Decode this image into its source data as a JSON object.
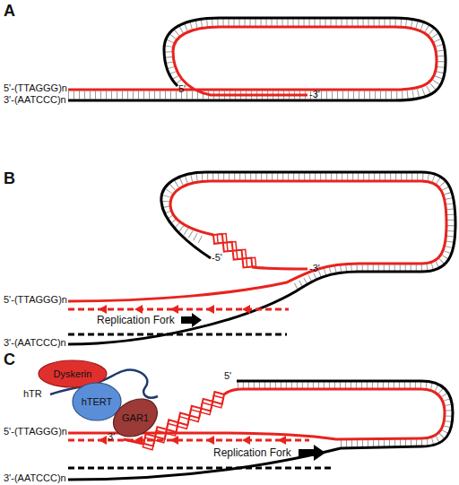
{
  "diagram": {
    "nodes": [
      {
        "text": [
          "Dyskerin"
        ]
      },
      {
        "text": [
          "hTERT"
        ]
      },
      {
        "text": [
          "GAR1"
        ]
      }
    ],
    "labels": [
      "A",
      "5'-(TTAGGG)n",
      "3'-(AATCCC)n",
      "5'",
      "-3'",
      "B",
      "-5'",
      "-3'",
      "5'-(TTAGGG)n",
      "3'-(AATCCC)n",
      "Replication Fork",
      "C",
      "hTR",
      "3'",
      "5'",
      "5'-(TTAGGG)n",
      "3'-(AATCCC)n",
      "Replication Fork"
    ]
  }
}
